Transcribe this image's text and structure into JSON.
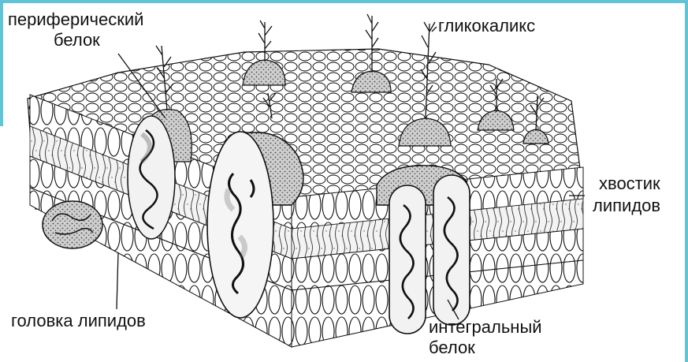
{
  "labels": {
    "peripheral_protein_line1": "периферический",
    "peripheral_protein_line2": "белок",
    "glycocalyx": "гликокаликс",
    "lipid_tail_line1": "хвостик",
    "lipid_tail_line2": "липидов",
    "lipid_head": "головка липидов",
    "integral_protein_line1": "интегральный",
    "integral_protein_line2": "белок"
  },
  "colors": {
    "frame": "#5fc4d8",
    "ink": "#111111",
    "stipple": "#555555",
    "protein_fill": "#dcdcdc"
  }
}
